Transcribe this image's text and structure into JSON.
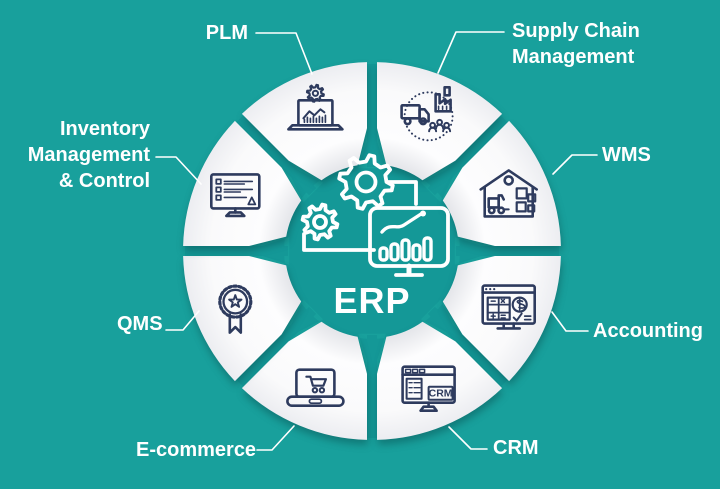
{
  "colors": {
    "background": "#18a09c",
    "center_circle": "#149897",
    "segment_fill_light": "#fdfdfe",
    "segment_fill_shade": "#e6e7eb",
    "icon_stroke": "#2e3b5e",
    "label_text": "#ffffff"
  },
  "center": {
    "label": "ERP",
    "icon": "erp-gears-monitor-icon"
  },
  "segments": [
    {
      "id": "plm",
      "label": "PLM",
      "icon": "plm-laptop-gear-chart-icon"
    },
    {
      "id": "scm",
      "label": "Supply Chain Management",
      "icon": "supply-chain-truck-factory-people-icon"
    },
    {
      "id": "wms",
      "label": "WMS",
      "icon": "warehouse-forklift-boxes-icon"
    },
    {
      "id": "accounting",
      "label": "Accounting",
      "icon": "accounting-calculator-coin-monitor-icon"
    },
    {
      "id": "crm",
      "label": "CRM",
      "icon": "crm-monitor-icon",
      "icon_text": "CRM"
    },
    {
      "id": "ecommerce",
      "label": "E-commerce",
      "icon": "ecommerce-laptop-cart-icon"
    },
    {
      "id": "qms",
      "label": "QMS",
      "icon": "qms-award-badge-star-icon"
    },
    {
      "id": "inventory",
      "label": "Inventory Management & Control",
      "icon": "inventory-monitor-checklist-icon"
    }
  ]
}
